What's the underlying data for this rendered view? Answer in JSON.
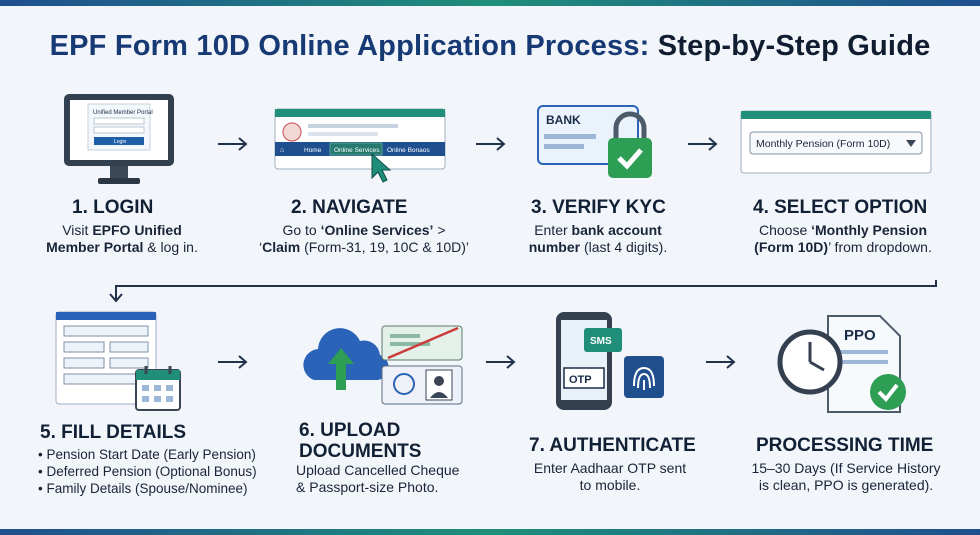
{
  "title": {
    "part1": "EPF Form 10D Online Application Process:",
    "part2": "Step-by-Step Guide"
  },
  "steps": [
    {
      "title": "1. LOGIN",
      "d1a": "Visit ",
      "d1b": "EPFO Unified",
      "d2b": "Member Portal",
      "d2c": " & log in.",
      "screen_title": "Unified Member Portal",
      "screen_button": "Login"
    },
    {
      "title": "2. NAVIGATE",
      "d1a": "Go to ",
      "d1b": "‘Online Services’",
      "d1c": " >",
      "d2a": "‘",
      "d2b": "Claim",
      "d2c": " (Form-31, 19, 10C & 10D)’",
      "nav_home": "Home",
      "nav_online": "Online Services",
      "nav_other": "Online Bonaos"
    },
    {
      "title": "3. VERIFY KYC",
      "d1a": "Enter ",
      "d1b": "bank account",
      "d2b": "number",
      "d2c": " (last 4 digits).",
      "card_label": "BANK"
    },
    {
      "title": "4. SELECT OPTION",
      "d1a": "Choose ",
      "d1b": "‘Monthly Pension",
      "d2b": "(Form 10D)",
      "d2c": "’ from dropdown.",
      "dropdown_value": "Monthly Pension (Form 10D)"
    },
    {
      "title": "5. FILL DETAILS",
      "bullets": [
        "Pension Start Date (Early Pension)",
        "Deferred Pension (Optional Bonus)",
        "Family Details (Spouse/Nominee)"
      ]
    },
    {
      "title_line1": "6. UPLOAD",
      "title_line2": "DOCUMENTS",
      "d1": "Upload Cancelled Cheque",
      "d2": "& Passport-size Photo."
    },
    {
      "title": "7. AUTHENTICATE",
      "d1": "Enter Aadhaar OTP sent",
      "d2": "to mobile.",
      "sms_label": "SMS",
      "otp_label": "OTP"
    },
    {
      "title": "PROCESSING TIME",
      "d1": "15–30 Days (If Service History",
      "d2": "is clean, PPO is generated).",
      "doc_label": "PPO"
    }
  ],
  "colors": {
    "navy": "#173a75",
    "teal": "#1f8f7a",
    "green": "#2f9e55",
    "accent_blue": "#2a63b8"
  },
  "icons": [
    "computer-icon",
    "browser-icon",
    "cursor-icon",
    "bank-card-icon",
    "padlock-icon",
    "checkmark-icon",
    "dropdown-window-icon",
    "form-icon",
    "calendar-icon",
    "cloud-upload-icon",
    "cheque-icon",
    "photo-id-icon",
    "phone-icon",
    "fingerprint-icon",
    "clock-icon",
    "document-icon",
    "arrow-right-icon",
    "connector-arrow-icon"
  ]
}
